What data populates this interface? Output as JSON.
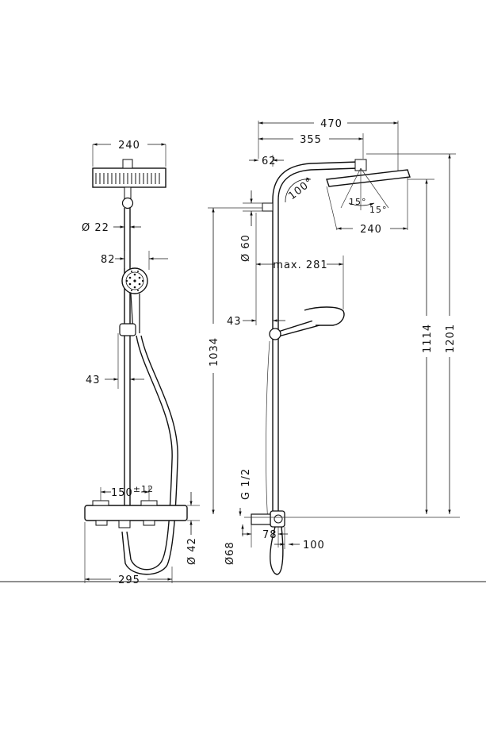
{
  "front_view": {
    "width_head": "240",
    "arm_diameter": "Ø 22",
    "handshower_offset": "82",
    "rail_offset": "43",
    "inlet_spacing": "150",
    "inlet_spacing_tol": "±12",
    "mixer_height": "Ø 42",
    "total_width": "295"
  },
  "side_view": {
    "overall_reach": "470",
    "arm_reach": "355",
    "arm_offset": "62",
    "pivot_angle": "100°",
    "tilt_left": "15°",
    "tilt_right": "15°",
    "head_width": "240",
    "arm_diameter": "Ø 60",
    "max_reach": "max. 281",
    "rail_offset": "43",
    "rail_height": "1034",
    "head_height": "1114",
    "total_height": "1201",
    "thread": "G 1/2",
    "escutcheon": "Ø68",
    "inlet_depth": "78",
    "mixer_depth": "100"
  }
}
